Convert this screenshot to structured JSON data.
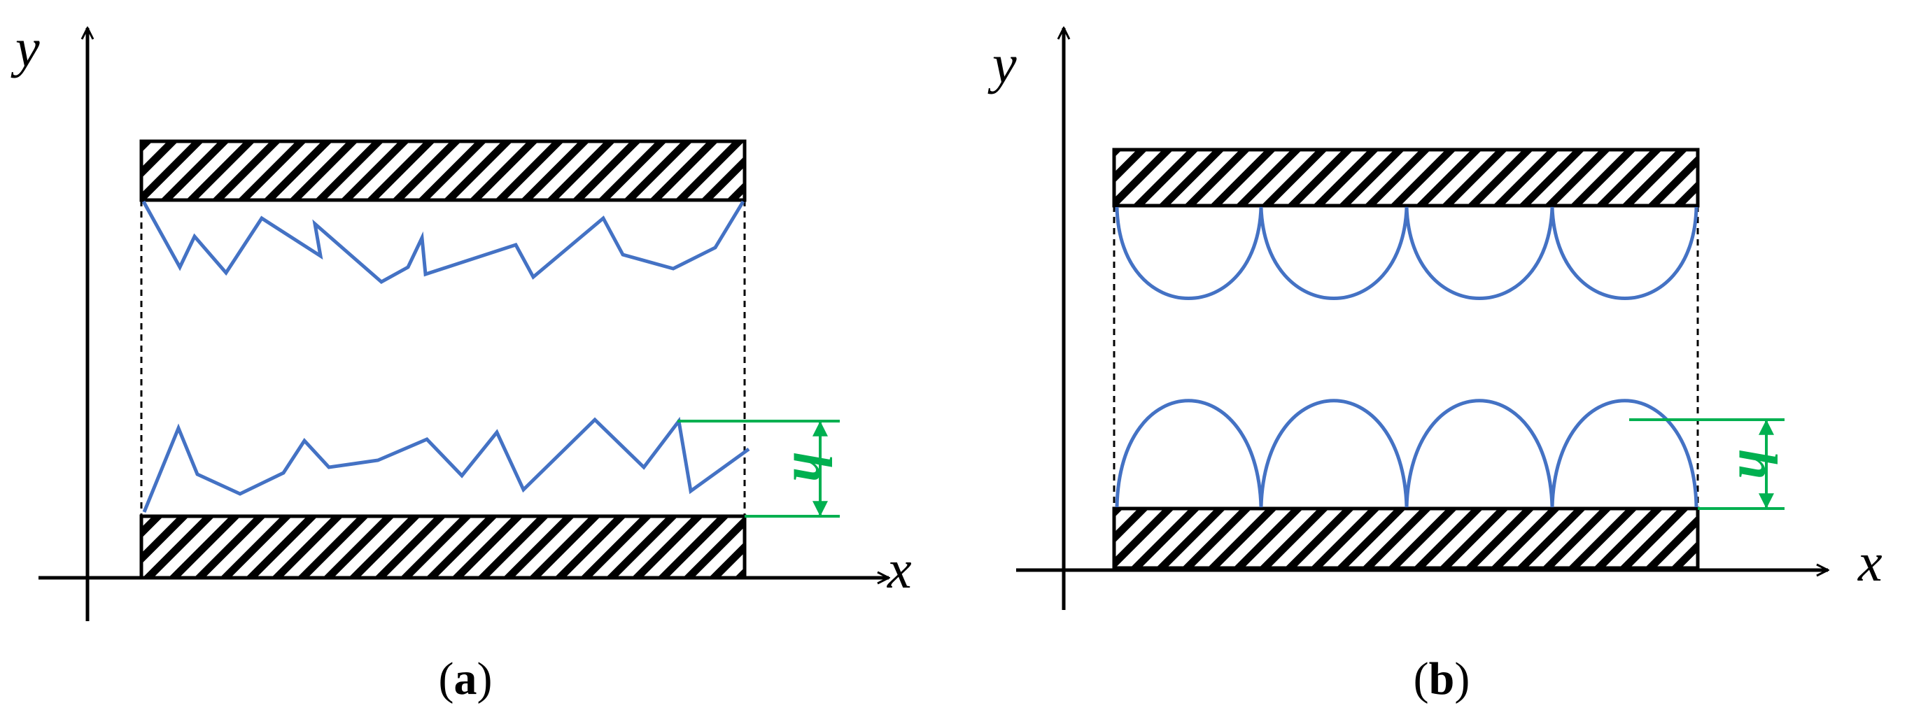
{
  "colors": {
    "line": "#000000",
    "roughness": "#4472c4",
    "dimension": "#00b050"
  },
  "panels": [
    {
      "id": "a",
      "x_label": "x",
      "y_label": "y",
      "height_label": "h",
      "caption_open": "(",
      "caption_letter": "a",
      "caption_close": ")",
      "surface_profile": "random-asperities"
    },
    {
      "id": "b",
      "x_label": "x",
      "y_label": "y",
      "height_label": "h",
      "caption_open": "(",
      "caption_letter": "b",
      "caption_close": ")",
      "surface_profile": "hemispherical-asperities"
    }
  ]
}
